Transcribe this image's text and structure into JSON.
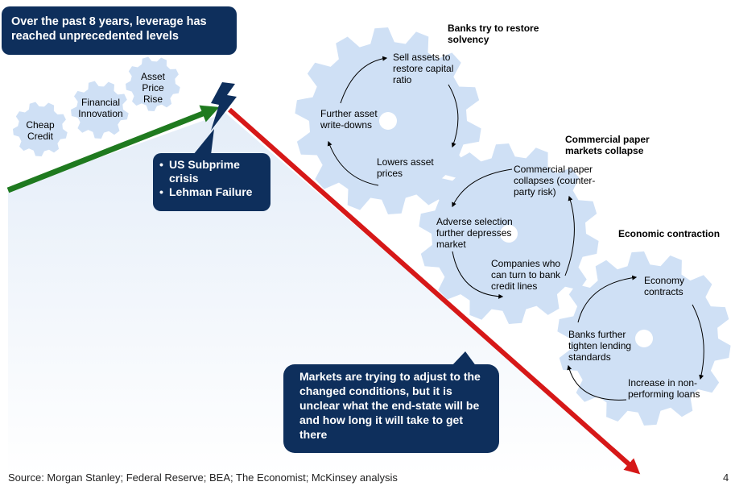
{
  "headline": "Over the past 8 years, leverage has reached unprecedented levels",
  "small_gears": [
    {
      "label": "Cheap Credit"
    },
    {
      "label": "Financial Innovation"
    },
    {
      "label": "Asset Price Rise"
    }
  ],
  "crisis_callout": {
    "bullets": [
      "US Subprime crisis",
      "Lehman Failure"
    ]
  },
  "cycles": [
    {
      "title": "Banks try to restore solvency",
      "steps": [
        "Sell assets to restore capital ratio",
        "Lowers asset prices",
        "Further asset write-downs"
      ]
    },
    {
      "title": "Commercial paper markets collapse",
      "steps": [
        "Commercial paper collapses (counter-party risk)",
        "Companies who can turn to bank credit lines",
        "Adverse selection further depresses market"
      ]
    },
    {
      "title": "Economic contraction",
      "steps": [
        "Economy contracts",
        "Increase in non-performing loans",
        "Banks further tighten lending standards"
      ]
    }
  ],
  "conclusion": "Markets are trying to adjust to the changed conditions, but it is unclear what the end-state will be and how long it will take to get there",
  "source": "Source: Morgan Stanley; Federal Reserve; BEA; The Economist; McKinsey analysis",
  "page_number": "4",
  "colors": {
    "navy": "#0e2f5c",
    "gear": "#cfe0f5",
    "up_arrow": "#1f7a1f",
    "down_arrow": "#d61818"
  }
}
